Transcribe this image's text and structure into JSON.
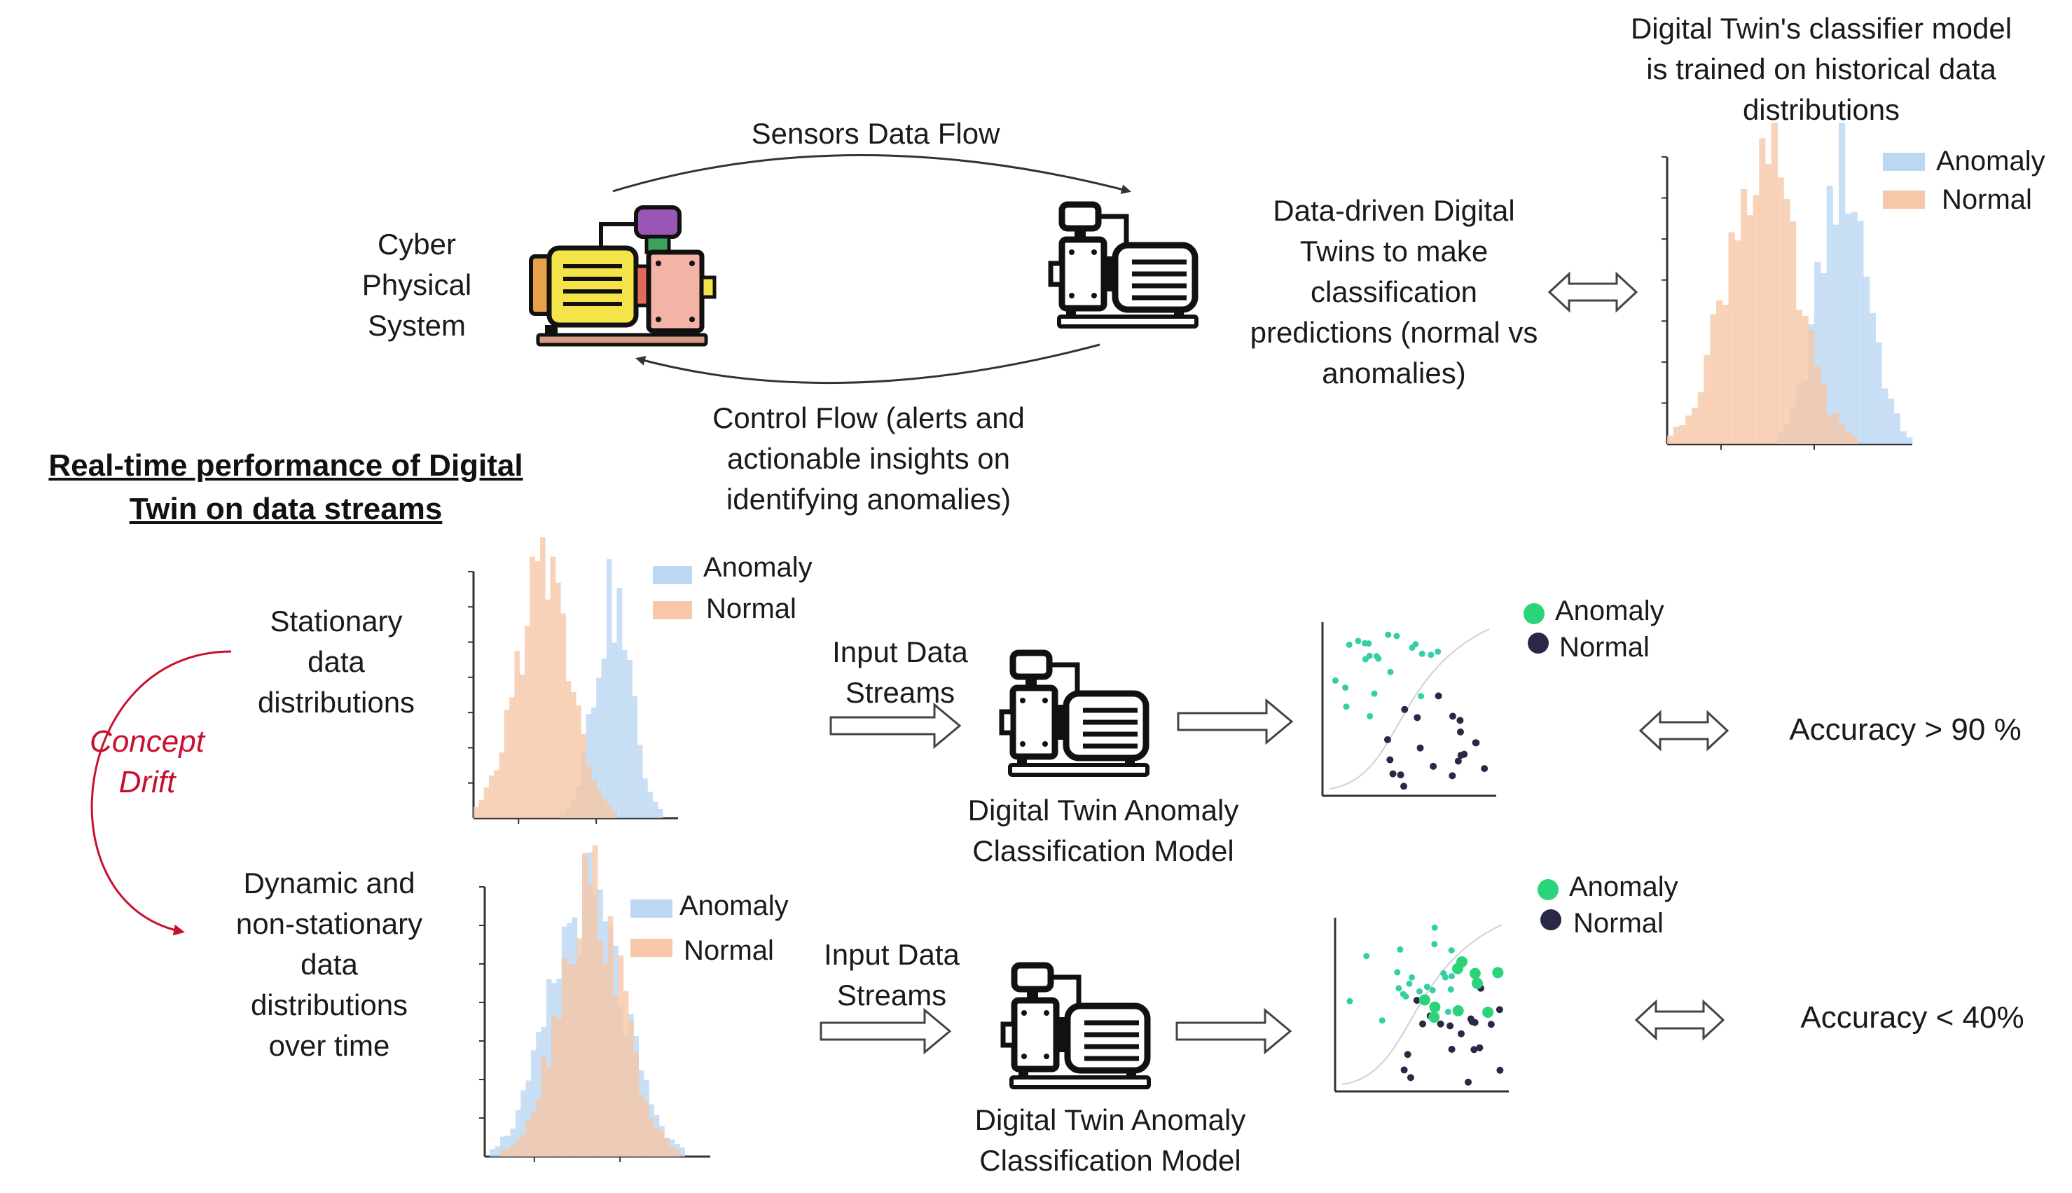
{
  "colors": {
    "anomaly_hist": "#bcd7f2",
    "normal_hist": "#f6c7a8",
    "anomaly_point": "#2bd47a",
    "anomaly_point_teal": "#34cfa6",
    "normal_point": "#2a2847",
    "concept_drift": "#c8102e",
    "pump_yellow": "#f5e34a",
    "pump_pink": "#f3b3a6",
    "pump_purple": "#9a56b4",
    "pump_base": "#d89a85"
  },
  "labels": {
    "cps": [
      "Cyber",
      "Physical",
      "System"
    ],
    "sensors_flow": "Sensors Data Flow",
    "control_flow": [
      "Control Flow (alerts and",
      "actionable insights on",
      "identifying anomalies)"
    ],
    "dt_predictions": [
      "Data-driven Digital",
      "Twins to make",
      "classification",
      "predictions (normal vs",
      "anomalies)"
    ],
    "dt_trained": [
      "Digital Twin's  classifier model",
      "is trained on historical data",
      "distributions"
    ],
    "heading": [
      "Real-time performance of Digital",
      "Twin on data streams"
    ],
    "concept_drift": [
      "Concept",
      "Drift"
    ],
    "stationary": [
      "Stationary",
      "data",
      "distributions"
    ],
    "dynamic": [
      "Dynamic and",
      "non-stationary",
      "data",
      "distributions",
      "over time"
    ],
    "input_streams": [
      "Input Data",
      "Streams"
    ],
    "model_label": [
      "Digital Twin Anomaly",
      "Classification Model"
    ],
    "accuracy_stationary": "Accuracy > 90 %",
    "accuracy_dynamic": "Accuracy < 40%"
  },
  "legends": {
    "hist_anomaly": "Anomaly",
    "hist_normal": "Normal",
    "scatter_anomaly": "Anomaly",
    "scatter_normal": "Normal"
  },
  "icons": {
    "physical_pump": "industrial-pump-icon",
    "twin_pump": "pump-outline-icon",
    "bidirectional_arrow": "double-arrow-icon",
    "right_arrow": "hollow-right-arrow-icon"
  }
}
